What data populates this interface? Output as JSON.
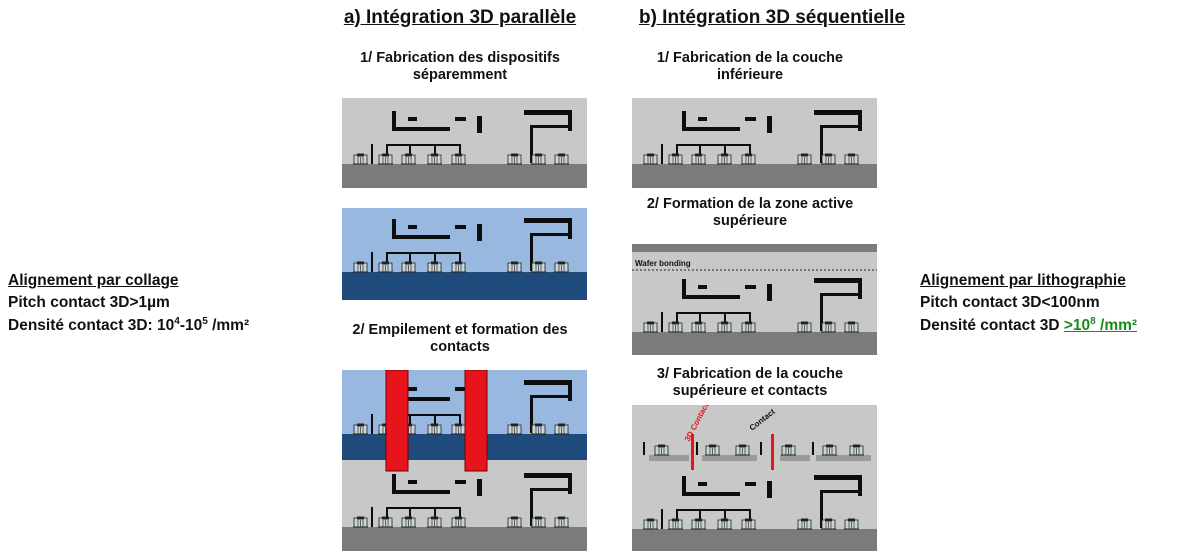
{
  "header_a": "a) Intégration 3D parallèle",
  "header_b": "b) Intégration 3D séquentielle",
  "steps_a": {
    "s1": "1/ Fabrication des dispositifs séparemment",
    "s2": "2/ Empilement et formation des contacts"
  },
  "steps_b": {
    "s1": "1/ Fabrication de la couche inférieure",
    "s2": "2/ Formation de la zone active supérieure",
    "s3": "3/ Fabrication de la couche supérieure et contacts"
  },
  "labels": {
    "wafer_bonding": "Wafer bonding",
    "contact_3d": "3D Contact",
    "contact": "Contact"
  },
  "left": {
    "title": "Alignement par collage",
    "pitch": "Pitch contact 3D>1µm",
    "density_prefix": "Densité contact 3D: 10",
    "density_exp1": "4",
    "density_mid": "-10",
    "density_exp2": "5",
    "density_unit": " /mm²"
  },
  "right": {
    "title": "Alignement par lithographie",
    "pitch": "Pitch contact 3D<100nm",
    "density_prefix": "Densité contact 3D ",
    "density_value_base": ">10",
    "density_value_exp": "8",
    "density_value_unit": " /mm²"
  },
  "colors": {
    "oxide_grey": "#c8c8c8",
    "substrate_grey": "#7b7b7b",
    "light_blue": "#98b8e0",
    "dark_blue": "#1f4a7c",
    "metal_black": "#0d0d0d",
    "contact_red": "#e8141c",
    "accent_green": "#1a8a1a"
  }
}
